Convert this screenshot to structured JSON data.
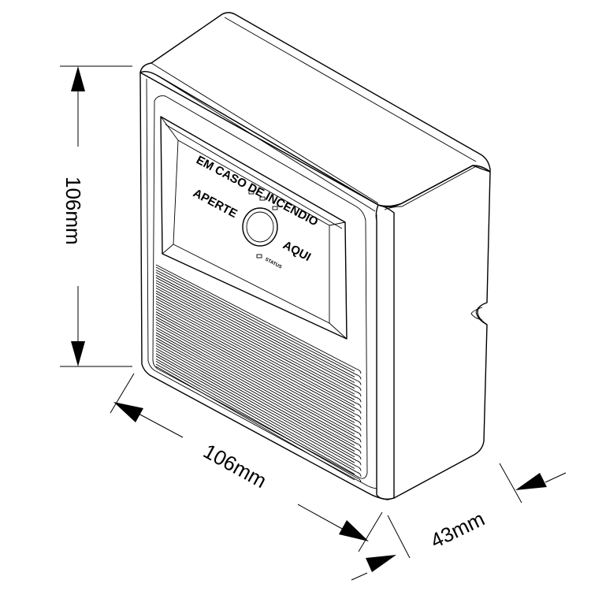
{
  "dimensions": {
    "height": "106mm",
    "width": "106mm",
    "depth": "43mm"
  },
  "panel": {
    "line1": "EM CASO DE INCENDIO",
    "left_word": "APERTE",
    "right_word": "AQUI",
    "status_label": "STATUS"
  }
}
